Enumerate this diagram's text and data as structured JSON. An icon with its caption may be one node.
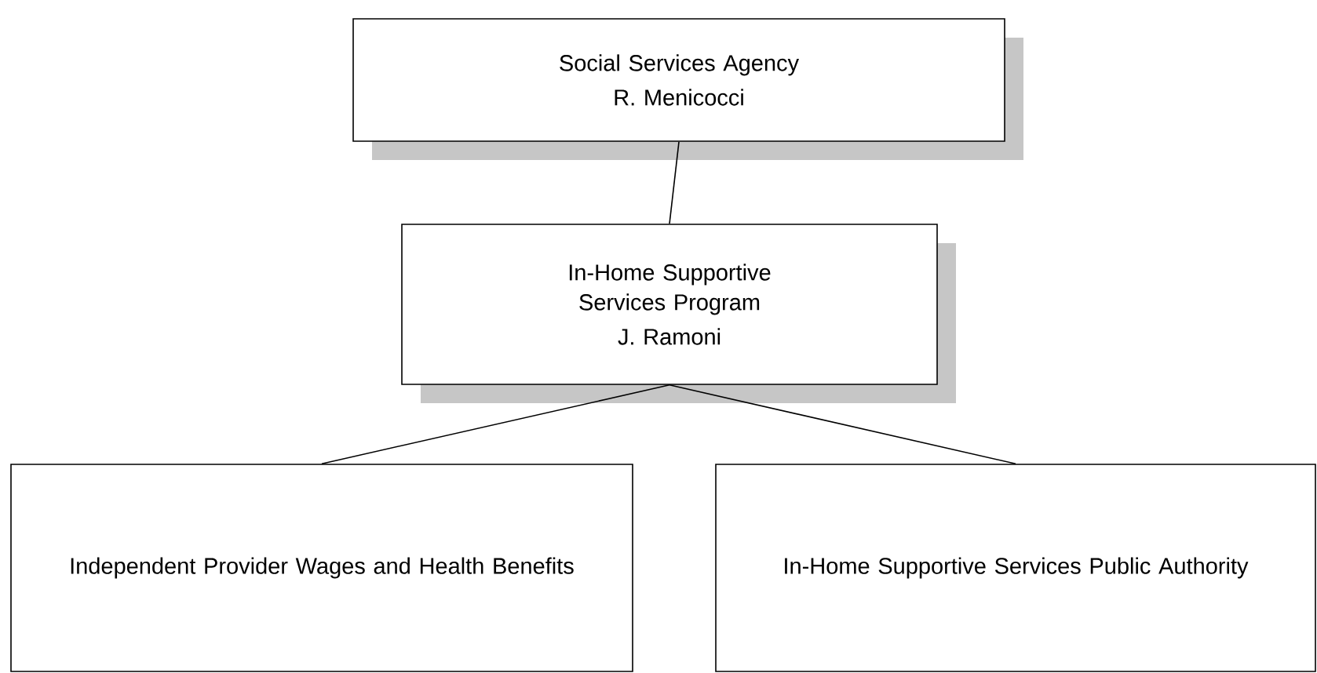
{
  "diagram": {
    "nodes": [
      {
        "text": [
          "Social Services Agency",
          "R. Menicocci"
        ]
      },
      {
        "text": [
          "In-Home Supportive Services Program",
          "J. Ramoni"
        ]
      },
      {
        "text": [
          "Independent Provider Wages and Health Benefits"
        ]
      },
      {
        "text": [
          "In-Home Supportive Services Public Authority"
        ]
      }
    ],
    "edges": [
      {
        "from": 0,
        "to": 1,
        "arrow": "none"
      },
      {
        "from": 1,
        "to": 2,
        "arrow": "none"
      },
      {
        "from": 1,
        "to": 3,
        "arrow": "none"
      }
    ]
  }
}
